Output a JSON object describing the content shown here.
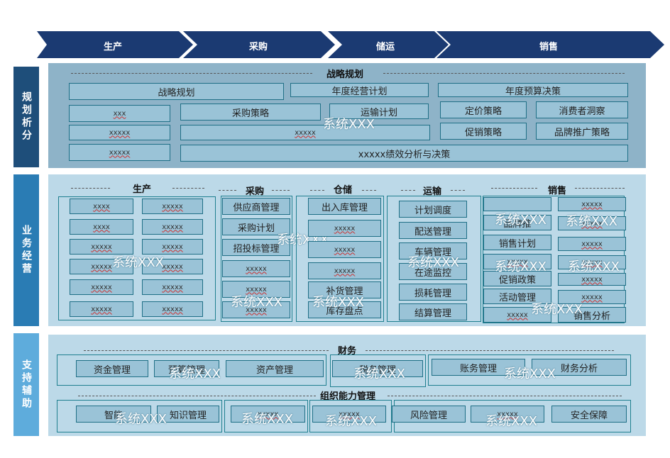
{
  "stages": [
    "生产",
    "采购",
    "储运",
    "销售"
  ],
  "sidebar": [
    "规划析分",
    "业务经营",
    "支持辅助"
  ],
  "planning": {
    "title": "战略规划",
    "boxes": [
      "战略规划",
      "年度经营计划",
      "年度预算决策",
      "xxx",
      "采购策略",
      "运输计划",
      "定价策略",
      "消费者洞察",
      "xxxxx",
      "xxxxx",
      "促销策略",
      "品牌推广策略",
      "xxxxx",
      "xxxxx绩效分析与决策"
    ]
  },
  "operations": {
    "headers": [
      "生产",
      "采购",
      "仓储",
      "运输",
      "销售"
    ],
    "production": [
      "xxxx",
      "xxxxx",
      "xxxx",
      "xxxxx",
      "xxxxx",
      "xxxxx",
      "xxxxx",
      "xxxxx",
      "xxxxx",
      "xxxxx",
      "xxxxx",
      "xxxxx"
    ],
    "purchase": [
      "供应商管理",
      "采购计划",
      "招投标管理",
      "xxxxx",
      "xxxxx",
      "xxxxx"
    ],
    "warehouse": [
      "出入库管理",
      "xxxxx",
      "xxxxx",
      "xxxxx",
      "补货管理",
      "库存盘点"
    ],
    "transport": [
      "计划调度",
      "配送管理",
      "车辆管理",
      "在途监控",
      "损耗管理",
      "结算管理"
    ],
    "sales_left": [
      "品牌推",
      "销售计划",
      "xxxxx",
      "促销政策",
      "活动管理",
      "xxxxx"
    ],
    "sales_right": [
      "xxxxx",
      "xxxxx",
      "xxxxx",
      "xxxxx",
      "xxxxx",
      "xxxxx",
      "销售分析"
    ]
  },
  "support": {
    "finance_title": "财务",
    "finance": [
      "资金管理",
      "预算管理",
      "资产管理",
      "税务管理",
      "账务管理",
      "财务分析"
    ],
    "org_title": "组织能力管理",
    "org": [
      "智能",
      "知识管理",
      "xxxxx",
      "xxxxx",
      "风险管理",
      "xxxxx",
      "安全保障"
    ]
  },
  "watermark": "系统XXX",
  "colors": {
    "arrow": "#1b3a72",
    "plan_bar": "#1e4e7a",
    "ops_bar": "#2a7cb4",
    "sup_bar": "#5eacdc",
    "box": "#9ac3d7"
  }
}
